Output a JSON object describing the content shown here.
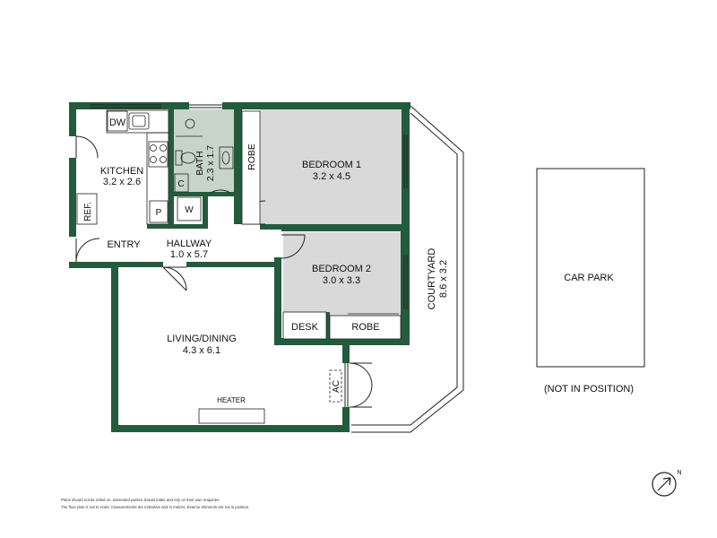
{
  "colors": {
    "wall": "#235b3d",
    "room_fill": "#d9d9d9",
    "bath_fill": "#c7d5c9",
    "background": "#ffffff",
    "line": "#222222"
  },
  "rooms": {
    "kitchen": {
      "name": "KITCHEN",
      "dims": "3.2 x 2.6"
    },
    "bath": {
      "name": "BATH",
      "dims": "2.3 x 1.7"
    },
    "robe1": {
      "name": "ROBE"
    },
    "bedroom1": {
      "name": "BEDROOM 1",
      "dims": "3.2 x 4.5"
    },
    "entry": {
      "name": "ENTRY"
    },
    "hallway": {
      "name": "HALLWAY",
      "dims": "1.0 x 5.7"
    },
    "bedroom2": {
      "name": "BEDROOM 2",
      "dims": "3.0 x 3.3"
    },
    "desk": {
      "name": "DESK"
    },
    "robe2": {
      "name": "ROBE"
    },
    "living": {
      "name": "LIVING/DINING",
      "dims": "4.3 x 6.1"
    },
    "courtyard": {
      "name": "COURTYARD",
      "dims": "8.6 x 3.2"
    },
    "carpark": {
      "name": "CAR PARK",
      "note": "(NOT IN POSITION)"
    }
  },
  "fixtures": {
    "dishwasher": "DW",
    "fridge": "REF.",
    "pantry": "P",
    "cupboard": "C",
    "washer": "W",
    "heater": "HEATER",
    "aircon": "AC"
  },
  "compass": {
    "label": "N",
    "icon": "north-arrow-icon"
  },
  "disclaimer": {
    "line1": "Plans should not be relied on. Interested parties should make and rely on their own enquiries.",
    "line2": "The floor plan is not to scale; measurements are indicative and in metres. Exterior elements are not in position."
  }
}
